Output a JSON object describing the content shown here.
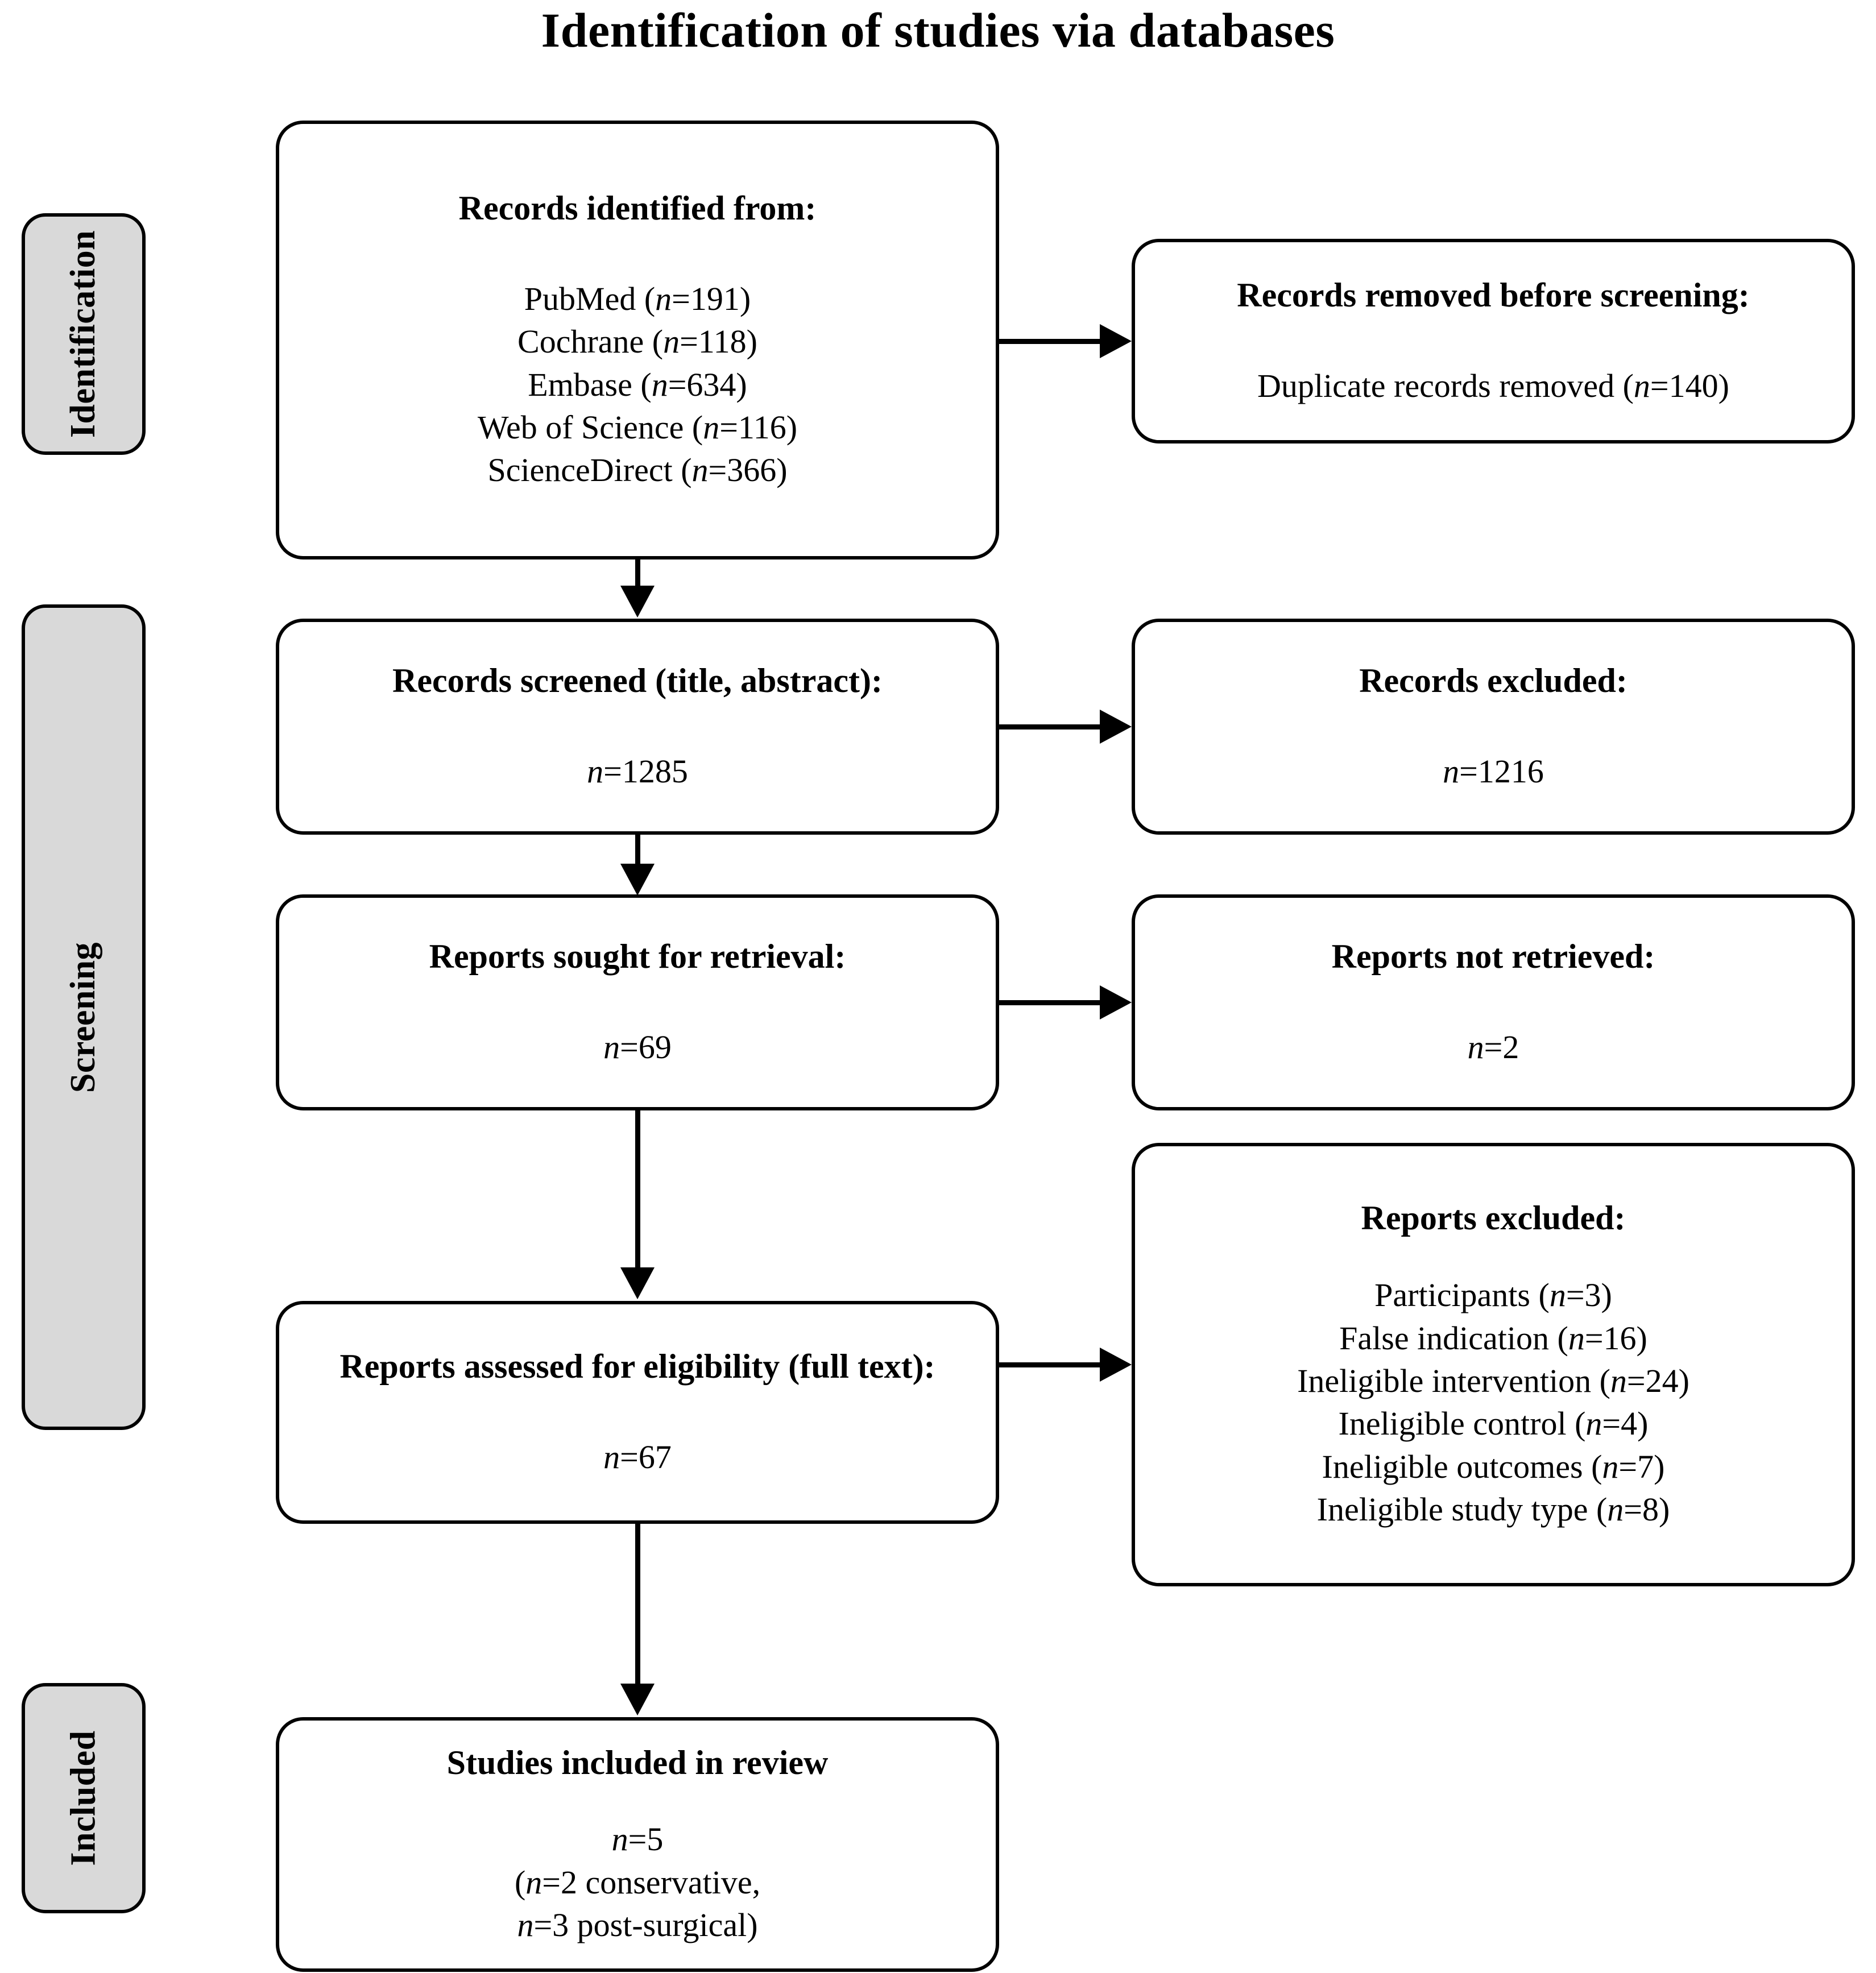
{
  "title": "Identification of studies via databases",
  "stages": [
    {
      "key": "identification",
      "label": "Identification"
    },
    {
      "key": "screening",
      "label": "Screening"
    },
    {
      "key": "included",
      "label": "Included"
    }
  ],
  "boxes": {
    "records_identified": {
      "heading": "Records identified from:",
      "lines": [
        "PubMed (n=191)",
        "Cochrane (n=118)",
        "Embase (n=634)",
        "Web of Science (n=116)",
        "ScienceDirect (n=366)"
      ]
    },
    "records_removed": {
      "heading": "Records removed before screening:",
      "lines": [
        "Duplicate records removed (n=140)"
      ]
    },
    "records_screened": {
      "heading": "Records screened (title, abstract):",
      "lines": [
        "n=1285"
      ]
    },
    "records_excluded": {
      "heading": "Records excluded:",
      "lines": [
        "n=1216"
      ]
    },
    "reports_sought": {
      "heading": "Reports sought for retrieval:",
      "lines": [
        "n=69"
      ]
    },
    "reports_not_retrieved": {
      "heading": "Reports not retrieved:",
      "lines": [
        "n=2"
      ]
    },
    "reports_assessed": {
      "heading": "Reports assessed for eligibility (full text):",
      "lines": [
        "n=67"
      ]
    },
    "reports_excluded": {
      "heading": "Reports excluded:",
      "lines": [
        "Participants (n=3)",
        "False indication (n=16)",
        "Ineligible intervention (n=24)",
        "Ineligible control (n=4)",
        "Ineligible outcomes (n=7)",
        "Ineligible study type (n=8)"
      ]
    },
    "studies_included": {
      "heading": "Studies included in review",
      "lines": [
        "n=5",
        "(n=2 conservative,",
        "n=3 post-surgical)"
      ]
    }
  },
  "colors": {
    "stage_fill": "#d9d9d9",
    "stroke": "#000000",
    "box_fill": "#ffffff",
    "text": "#000000"
  }
}
